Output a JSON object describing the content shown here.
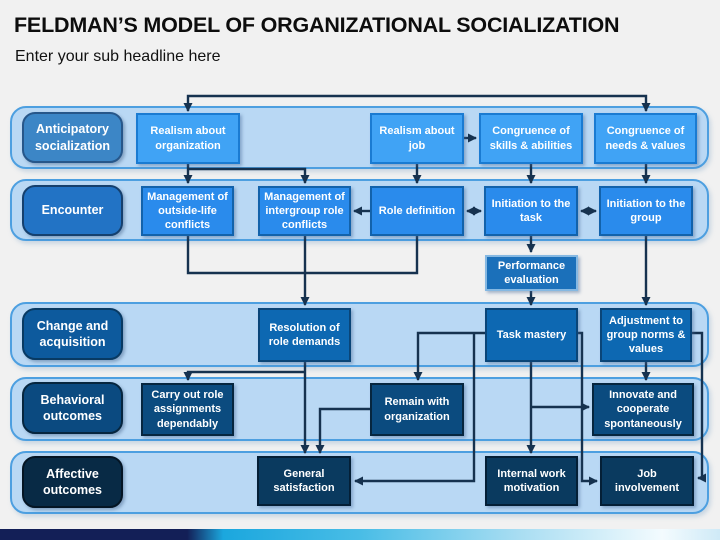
{
  "slide": {
    "title": "FELDMAN’S MODEL OF ORGANIZATIONAL SOCIALIZATION",
    "subtitle": "Enter your sub headline here"
  },
  "colors": {
    "band_fill": "#b9d8f4",
    "band_border": "#4d9fe0",
    "row1_box": "#40a3f5",
    "row2_box": "#2a8bec",
    "row3_box": "#0d68b2",
    "row4_box": "#0b4b7f",
    "row5_box": "#0a3a5f",
    "connector": "#16324f",
    "accent_bar_left": "#131f57",
    "accent_bar_cyan": "#1ba7de"
  },
  "diagram": {
    "rows": [
      {
        "label": "Anticipatory socialization",
        "boxes": [
          "Realism about organization",
          "Realism about job",
          "Congruence of skills & abilities",
          "Congruence of needs & values"
        ]
      },
      {
        "label": "Encounter",
        "boxes": [
          "Management of outside-life conflicts",
          "Management of intergroup role conflicts",
          "Role definition",
          "Initiation to the task",
          "Initiation to the group"
        ]
      },
      {
        "label": "Change and acquisition",
        "boxes": [
          "Resolution of role demands",
          "Task mastery",
          "Adjustment to group norms & values"
        ]
      },
      {
        "label": "Behavioral outcomes",
        "boxes": [
          "Carry out role assignments dependably",
          "Remain with organization",
          "Innovate and cooperate spontaneously"
        ]
      },
      {
        "label": "Affective outcomes",
        "boxes": [
          "General satisfaction",
          "Internal work motivation",
          "Job involvement"
        ]
      }
    ],
    "floating_box": "Performance evaluation"
  }
}
